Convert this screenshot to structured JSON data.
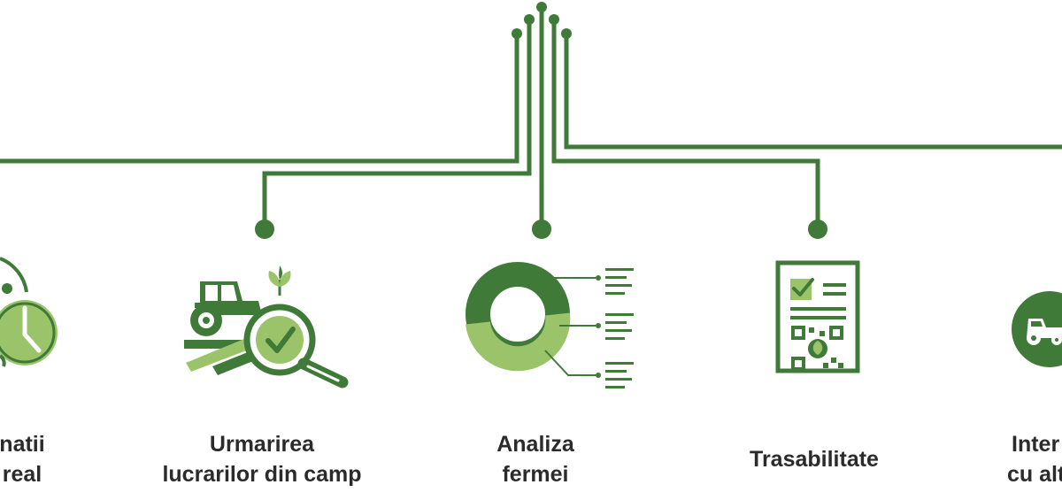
{
  "colors": {
    "dark_green": "#3f7a38",
    "light_green": "#9bc46a",
    "text": "#2b2b2b",
    "background": "#ffffff"
  },
  "features": [
    {
      "id": "realtime",
      "icon": "clock-icon",
      "lines": [
        "natii",
        "real"
      ]
    },
    {
      "id": "field-work",
      "icon": "tractor-magnifier-icon",
      "lines": [
        "Urmarirea",
        "lucrarilor din camp"
      ]
    },
    {
      "id": "farm-analysis",
      "icon": "donut-chart-icon",
      "lines": [
        "Analiza",
        "fermei"
      ]
    },
    {
      "id": "traceability",
      "icon": "qr-document-icon",
      "lines": [
        "Trasabilitate"
      ]
    },
    {
      "id": "integration",
      "icon": "tractor-circle-icon",
      "lines": [
        "Inter",
        "cu alt"
      ]
    }
  ]
}
